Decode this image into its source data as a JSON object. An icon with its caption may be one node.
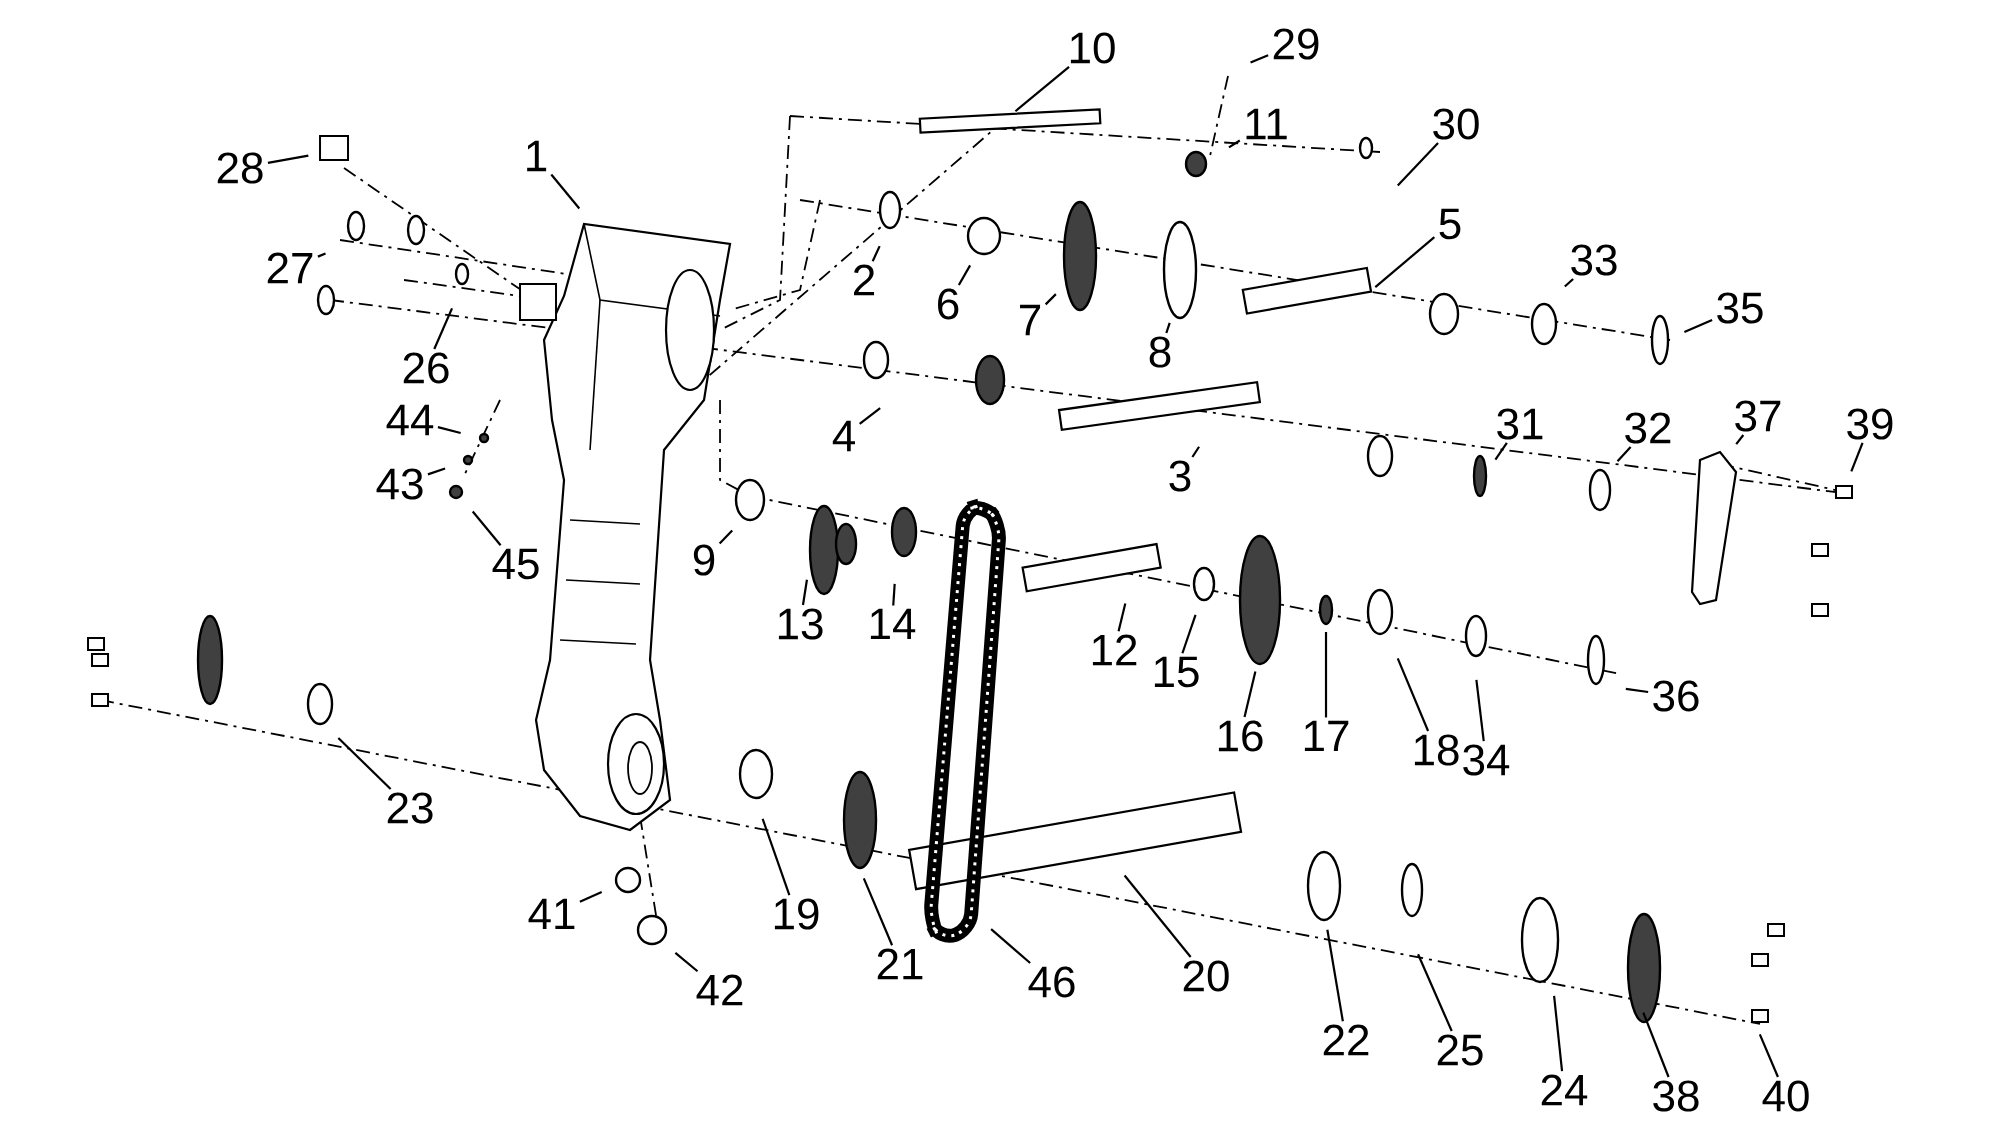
{
  "diagram": {
    "nodes": [
      {
        "text": [
          "1"
        ]
      },
      {
        "text": [
          "2"
        ]
      },
      {
        "text": [
          "3"
        ]
      },
      {
        "text": [
          "4"
        ]
      },
      {
        "text": [
          "5"
        ]
      },
      {
        "text": [
          "6"
        ]
      },
      {
        "text": [
          "7"
        ]
      },
      {
        "text": [
          "8"
        ]
      },
      {
        "text": [
          "9"
        ]
      },
      {
        "text": [
          "10"
        ]
      },
      {
        "text": [
          "11"
        ]
      },
      {
        "text": [
          "12"
        ]
      },
      {
        "text": [
          "13"
        ]
      },
      {
        "text": [
          "14"
        ]
      },
      {
        "text": [
          "15"
        ]
      },
      {
        "text": [
          "16"
        ]
      },
      {
        "text": [
          "17"
        ]
      },
      {
        "text": [
          "18"
        ]
      },
      {
        "text": [
          "19"
        ]
      },
      {
        "text": [
          "20"
        ]
      },
      {
        "text": [
          "21"
        ]
      },
      {
        "text": [
          "22"
        ]
      },
      {
        "text": [
          "23"
        ]
      },
      {
        "text": [
          "24"
        ]
      },
      {
        "text": [
          "25"
        ]
      },
      {
        "text": [
          "26"
        ]
      },
      {
        "text": [
          "27"
        ]
      },
      {
        "text": [
          "28"
        ]
      },
      {
        "text": [
          "29"
        ]
      },
      {
        "text": [
          "30"
        ]
      },
      {
        "text": [
          "31"
        ]
      },
      {
        "text": [
          "32"
        ]
      },
      {
        "text": [
          "33"
        ]
      },
      {
        "text": [
          "34"
        ]
      },
      {
        "text": [
          "35"
        ]
      },
      {
        "text": [
          "36"
        ]
      },
      {
        "text": [
          "37"
        ]
      },
      {
        "text": [
          "38"
        ]
      },
      {
        "text": [
          "39"
        ]
      },
      {
        "text": [
          "40"
        ]
      },
      {
        "text": [
          "41"
        ]
      },
      {
        "text": [
          "42"
        ]
      },
      {
        "text": [
          "43"
        ]
      },
      {
        "text": [
          "44"
        ]
      },
      {
        "text": [
          "45"
        ]
      },
      {
        "text": [
          "46"
        ]
      }
    ],
    "edges": [
      {
        "from": 0,
        "to": null,
        "arrow": "none"
      },
      {
        "from": 1,
        "to": null,
        "arrow": "none"
      },
      {
        "from": 2,
        "to": null,
        "arrow": "none"
      },
      {
        "from": 3,
        "to": null,
        "arrow": "none"
      },
      {
        "from": 4,
        "to": null,
        "arrow": "none"
      },
      {
        "from": 5,
        "to": null,
        "arrow": "none"
      },
      {
        "from": 6,
        "to": null,
        "arrow": "none"
      },
      {
        "from": 7,
        "to": null,
        "arrow": "none"
      },
      {
        "from": 8,
        "to": null,
        "arrow": "none"
      },
      {
        "from": 9,
        "to": null,
        "arrow": "none"
      },
      {
        "from": 10,
        "to": null,
        "arrow": "none"
      },
      {
        "from": 11,
        "to": null,
        "arrow": "none"
      },
      {
        "from": 12,
        "to": null,
        "arrow": "none"
      },
      {
        "from": 13,
        "to": null,
        "arrow": "none"
      },
      {
        "from": 14,
        "to": null,
        "arrow": "none"
      },
      {
        "from": 15,
        "to": null,
        "arrow": "none"
      },
      {
        "from": 16,
        "to": null,
        "arrow": "none"
      },
      {
        "from": 17,
        "to": null,
        "arrow": "none"
      },
      {
        "from": 18,
        "to": null,
        "arrow": "none"
      },
      {
        "from": 19,
        "to": null,
        "arrow": "none"
      },
      {
        "from": 20,
        "to": null,
        "arrow": "none"
      },
      {
        "from": 21,
        "to": null,
        "arrow": "none"
      },
      {
        "from": 22,
        "to": null,
        "arrow": "none"
      },
      {
        "from": 23,
        "to": null,
        "arrow": "none"
      },
      {
        "from": 24,
        "to": null,
        "arrow": "none"
      },
      {
        "from": 25,
        "to": null,
        "arrow": "none"
      },
      {
        "from": 26,
        "to": null,
        "arrow": "none"
      },
      {
        "from": 27,
        "to": null,
        "arrow": "none"
      },
      {
        "from": 28,
        "to": null,
        "arrow": "none"
      },
      {
        "from": 29,
        "to": null,
        "arrow": "none"
      },
      {
        "from": 30,
        "to": null,
        "arrow": "none"
      },
      {
        "from": 31,
        "to": null,
        "arrow": "none"
      },
      {
        "from": 32,
        "to": null,
        "arrow": "none"
      },
      {
        "from": 33,
        "to": null,
        "arrow": "none"
      },
      {
        "from": 34,
        "to": null,
        "arrow": "none"
      },
      {
        "from": 35,
        "to": null,
        "arrow": "none"
      },
      {
        "from": 36,
        "to": null,
        "arrow": "none"
      },
      {
        "from": 37,
        "to": null,
        "arrow": "none"
      },
      {
        "from": 38,
        "to": null,
        "arrow": "none"
      },
      {
        "from": 39,
        "to": null,
        "arrow": "none"
      },
      {
        "from": 40,
        "to": null,
        "arrow": "none"
      },
      {
        "from": 41,
        "to": null,
        "arrow": "none"
      },
      {
        "from": 42,
        "to": null,
        "arrow": "none"
      },
      {
        "from": 43,
        "to": null,
        "arrow": "none"
      },
      {
        "from": 44,
        "to": null,
        "arrow": "none"
      },
      {
        "from": 45,
        "to": null,
        "arrow": "none"
      }
    ]
  }
}
